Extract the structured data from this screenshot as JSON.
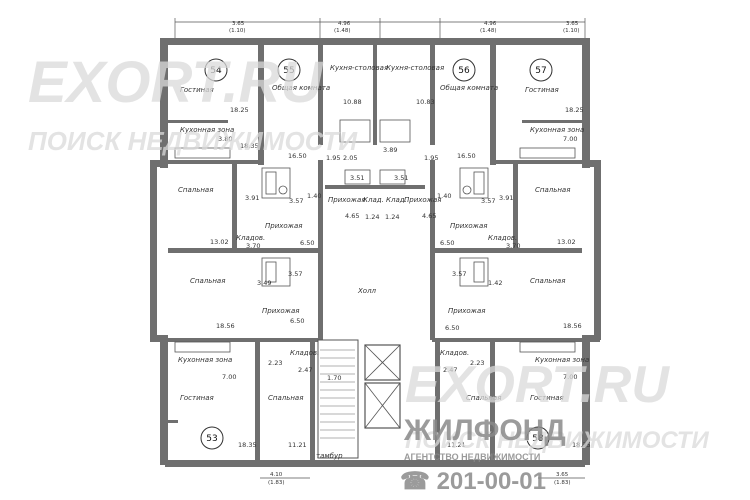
{
  "apartments": [
    {
      "id": "54",
      "label": "54"
    },
    {
      "id": "55",
      "label": "55"
    },
    {
      "id": "56",
      "label": "56"
    },
    {
      "id": "57",
      "label": "57"
    },
    {
      "id": "53",
      "label": "53"
    },
    {
      "id": "58",
      "label": "58"
    }
  ],
  "rooms": {
    "living": "Гостиная",
    "common": "Общая комната",
    "kitchen_dining": "Кухня-столовая",
    "kitchen_zone": "Кухонная зона",
    "bedroom": "Спальная",
    "hall_entry": "Прихожая",
    "pantry": "Кладов.",
    "pantry_short": "Клад.",
    "corridor": "Холл",
    "vestibule": "тамбур"
  },
  "areas": {
    "a1825": "18.25",
    "a1650": "16.50",
    "a1088": "10.88",
    "a1083": "10.83",
    "a1825b": "18.25",
    "a1835": "18.35",
    "a380": "3.80",
    "a700": "7.00",
    "a195": "1.95",
    "a205": "2.05",
    "a389": "3.89",
    "a195b": "1.95",
    "a351": "3.51",
    "a351b": "3.51",
    "a357": "3.57",
    "a391": "3.91",
    "a140": "1.40",
    "a465": "4.65",
    "a124": "1.24",
    "a124b": "1.24",
    "a465b": "4.65",
    "a140b": "1.40",
    "a357b": "3.57",
    "a391b": "3.91",
    "a1302": "13.02",
    "a370": "3.70",
    "a650": "6.50",
    "a650b": "6.50",
    "a370b": "3.70",
    "a1302b": "13.02",
    "a349": "3.49",
    "a357c": "3.57",
    "a357d": "3.57",
    "a142": "1.42",
    "a1856": "18.56",
    "a650c": "6.50",
    "a650d": "6.50",
    "a1856b": "18.56",
    "a223": "2.23",
    "a247": "2.47",
    "a247b": "2.47",
    "a223b": "2.23",
    "a700b": "7.00",
    "a700c": "7.00",
    "a1835b": "18.35",
    "a1121": "11.21",
    "a1121b": "11.21",
    "a1835c": "18.35",
    "a170": "1.70"
  },
  "dims": {
    "top1": "3.65",
    "top1b": "(1.10)",
    "top2": "4.96",
    "top2b": "(1.48)",
    "top3": "4.96",
    "top3b": "(1.48)",
    "top4": "3.65",
    "top4b": "(1.10)",
    "bot1": "4.10",
    "bot1b": "(1.83)",
    "bot2": "3.65",
    "bot2b": "(1.83)"
  },
  "watermarks": {
    "brand": "EXORT.RU",
    "tagline": "ПОИСК НЕДВИЖИМОСТИ",
    "brand2": "EXORT.RU",
    "tagline2": "ПОИСК НЕДВИЖИМОСТИ",
    "agency": "ЖИЛФОНД",
    "agency_sub": "АГЕНТСТВО НЕДВИЖИМОСТИ",
    "phone": "☎ 201-00-01"
  },
  "colors": {
    "wall": "#6f6f6f",
    "watermark": "#d9d9d9"
  }
}
